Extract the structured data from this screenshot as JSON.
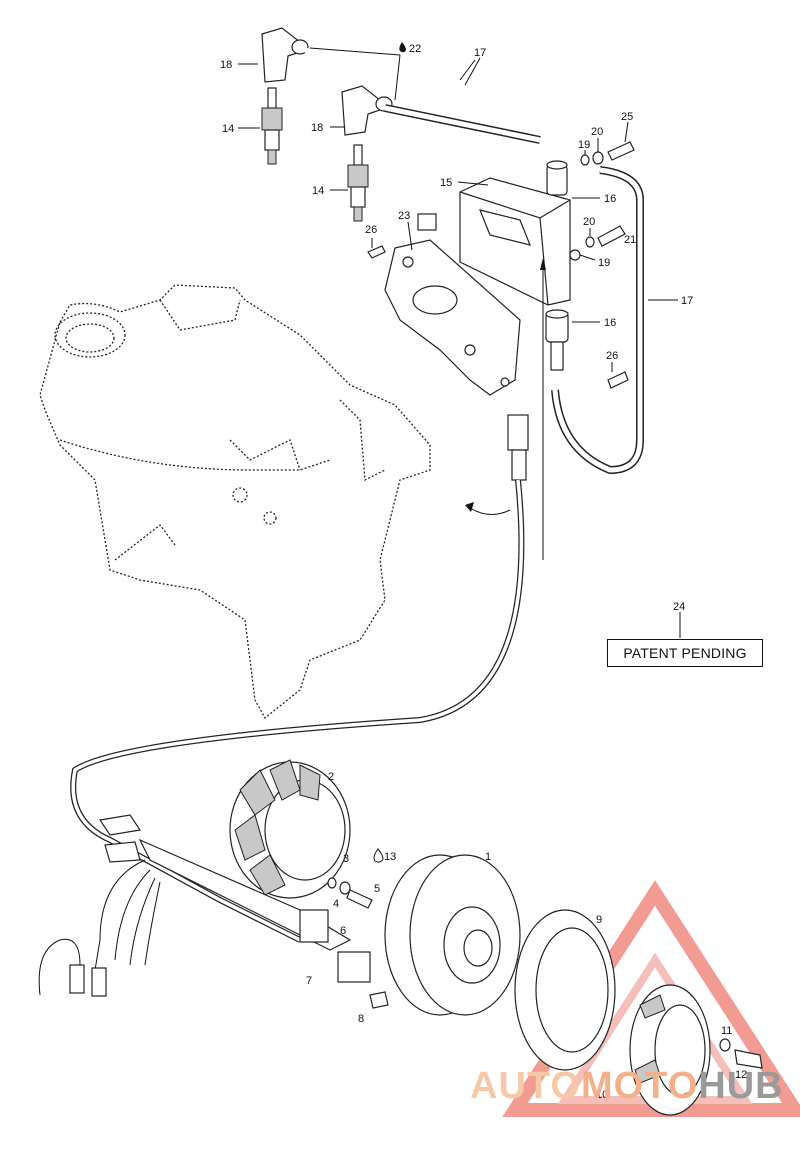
{
  "callouts": {
    "c1": "1",
    "c2": "2",
    "c3": "3",
    "c4": "4",
    "c5": "5",
    "c6": "6",
    "c7": "7",
    "c8": "8",
    "c9": "9",
    "c10": "10",
    "c11": "11",
    "c12": "12",
    "c13": "13",
    "c14a": "14",
    "c14b": "14",
    "c15": "15",
    "c16a": "16",
    "c16b": "16",
    "c17a": "17",
    "c17b": "17",
    "c18a": "18",
    "c18b": "18",
    "c19a": "19",
    "c19b": "19",
    "c20a": "20",
    "c20b": "20",
    "c21": "21",
    "c22": "22",
    "c23": "23",
    "c24": "24",
    "c25": "25",
    "c26a": "26",
    "c26b": "26"
  },
  "patent_label": "PATENT PENDING",
  "watermark": {
    "part1": "AUTO",
    "part2": "MOTO",
    "part3": "HUB"
  },
  "colors": {
    "line": "#111111",
    "watermark_orange": "#f3b08a",
    "watermark_gray": "#9a9a9a",
    "watermark_red": "#e84a3a"
  }
}
